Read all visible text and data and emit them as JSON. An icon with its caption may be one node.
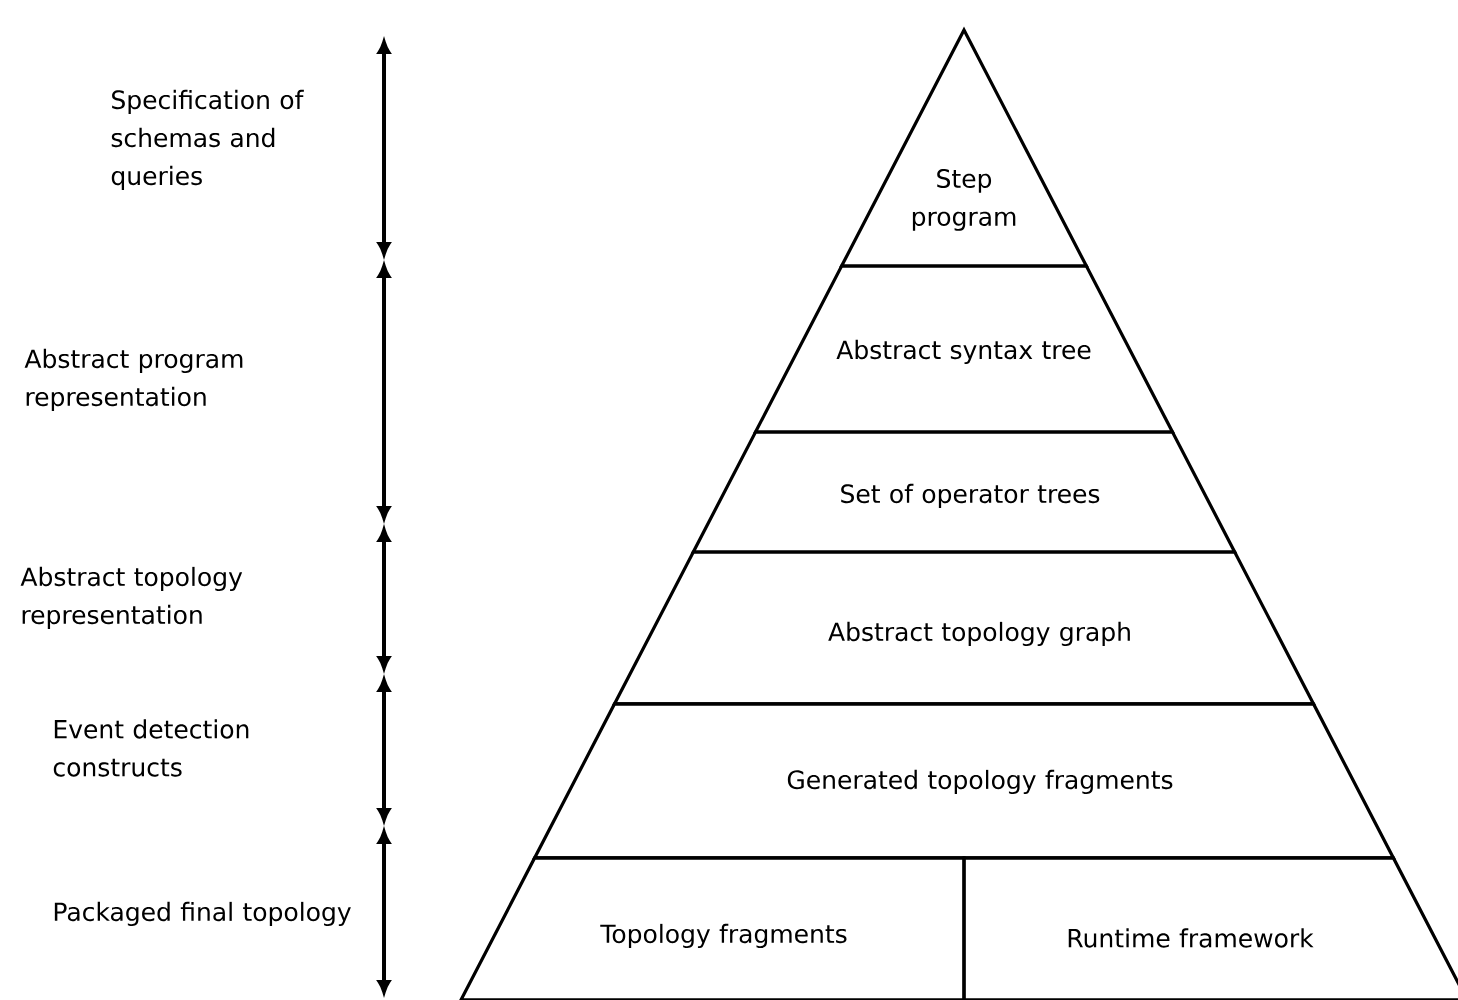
{
  "diagram": {
    "nodes": [
      {
        "text": [
          "Step program"
        ]
      },
      {
        "text": [
          "Abstract syntax tree"
        ]
      },
      {
        "text": [
          "Set of operator trees"
        ]
      },
      {
        "text": [
          "Abstract topology graph"
        ]
      },
      {
        "text": [
          "Generated topology fragments"
        ]
      },
      {
        "text": [
          "Topology fragments"
        ]
      },
      {
        "text": [
          "Runtime framework"
        ]
      }
    ],
    "labels": [
      "Specification of schemas and queries",
      "Abstract program representation",
      "Abstract topology representation",
      "Event detection constructs",
      "Packaged final topology"
    ]
  }
}
